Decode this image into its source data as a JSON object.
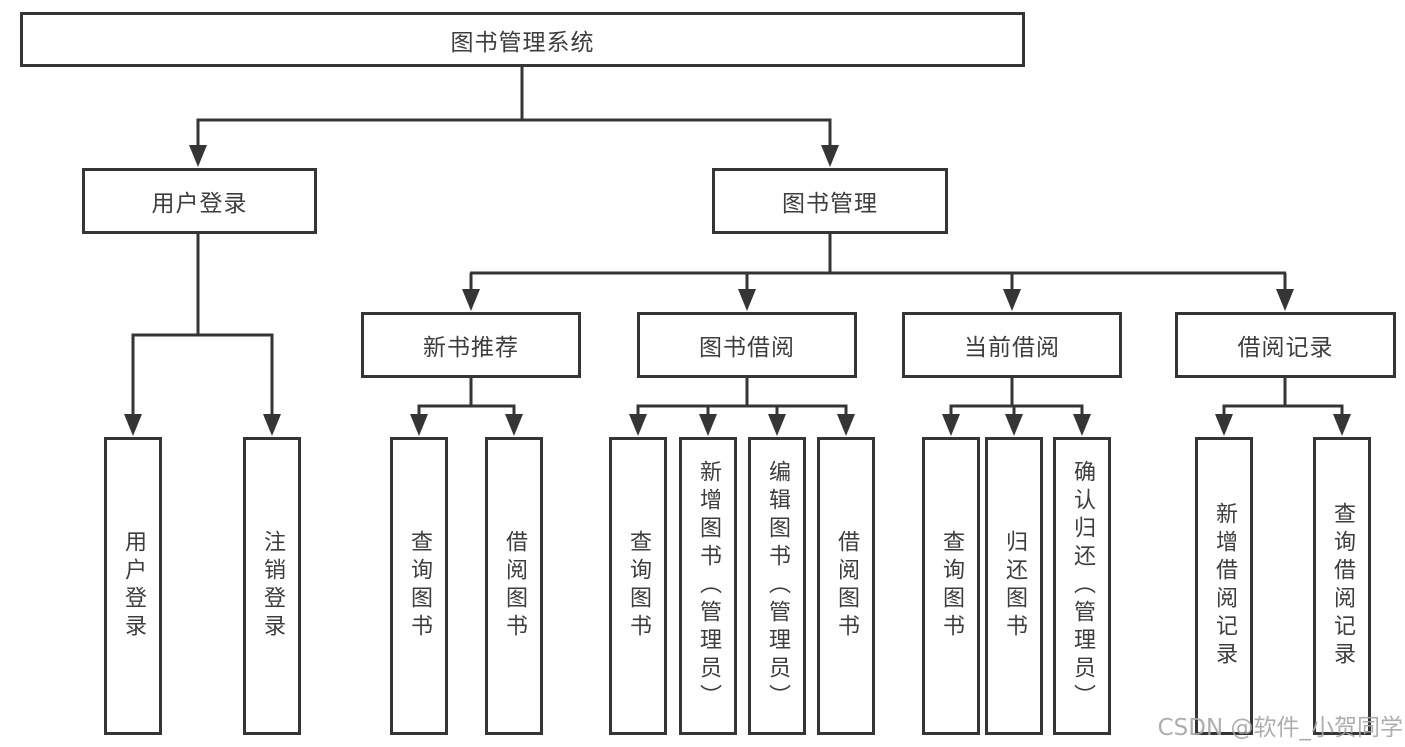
{
  "tree": {
    "root": {
      "label": "图书管理系统"
    },
    "branches": [
      {
        "label": "用户登录",
        "children": [
          {
            "label": "用户登录"
          },
          {
            "label": "注销登录"
          }
        ]
      },
      {
        "label": "图书管理",
        "sections": [
          {
            "label": "新书推荐",
            "children": [
              {
                "label": "查询图书"
              },
              {
                "label": "借阅图书"
              }
            ]
          },
          {
            "label": "图书借阅",
            "children": [
              {
                "label": "查询图书"
              },
              {
                "label": "新增图书（管理员）"
              },
              {
                "label": "编辑图书（管理员）"
              },
              {
                "label": "借阅图书"
              }
            ]
          },
          {
            "label": "当前借阅",
            "children": [
              {
                "label": "查询图书"
              },
              {
                "label": "归还图书"
              },
              {
                "label": "确认归还（管理员）"
              }
            ]
          },
          {
            "label": "借阅记录",
            "children": [
              {
                "label": "新增借阅记录"
              },
              {
                "label": "查询借阅记录"
              }
            ]
          }
        ]
      }
    ]
  },
  "watermark": {
    "text": "CSDN @软件_小贺同学"
  },
  "colors": {
    "line": "#353535",
    "text": "#3d3d3d",
    "watermark": "#a8a8a8",
    "background": "#ffffff"
  }
}
